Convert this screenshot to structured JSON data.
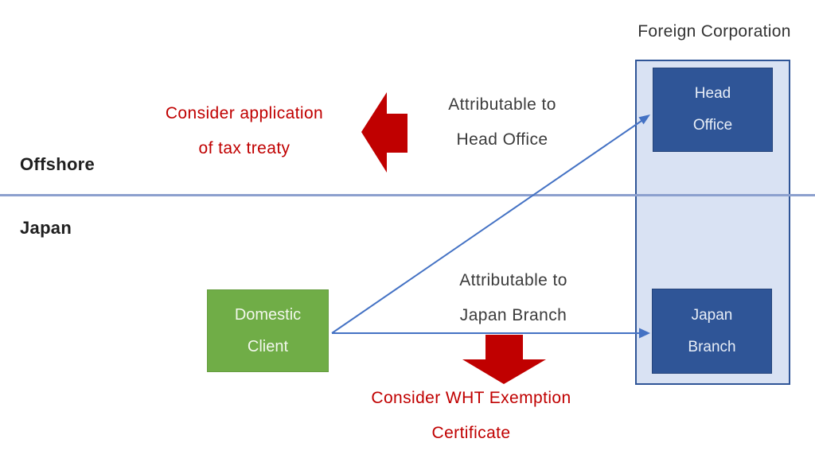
{
  "labels": {
    "offshore": "Offshore",
    "japan": "Japan",
    "foreign_corporation": "Foreign Corporation"
  },
  "boxes": {
    "head_office": "Head\nOffice",
    "japan_branch": "Japan\nBranch",
    "domestic_client": "Domestic\nClient"
  },
  "annotations": {
    "attributable_head": "Attributable to\nHead Office",
    "attributable_japan": "Attributable to\nJapan Branch",
    "tax_treaty": "Consider application\nof tax treaty",
    "wht_exemption": "Consider WHT Exemption\nCertificate"
  },
  "colors": {
    "dark_blue_box": "#2F5597",
    "light_blue_container": "#D9E2F3",
    "green_box": "#70AD47",
    "red_accent": "#C00000",
    "arrow_blue": "#4472C4",
    "divider_blue": "#8CA0CE",
    "text_dark": "#3B3B3B"
  }
}
